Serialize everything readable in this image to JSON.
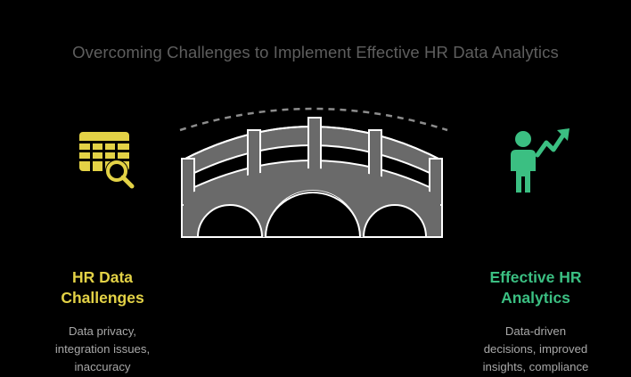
{
  "title": "Overcoming Challenges to Implement Effective HR Data Analytics",
  "left": {
    "heading": "HR Data\nChallenges",
    "description": "Data privacy,\nintegration issues,\ninaccuracy",
    "icon": "spreadsheet-search-icon",
    "color": "#e3d246"
  },
  "right": {
    "heading": "Effective HR\nAnalytics",
    "description": "Data-driven\ndecisions, improved\ninsights, compliance",
    "icon": "person-growth-icon",
    "color": "#3bbf82"
  },
  "center": {
    "icon": "bridge-icon"
  }
}
